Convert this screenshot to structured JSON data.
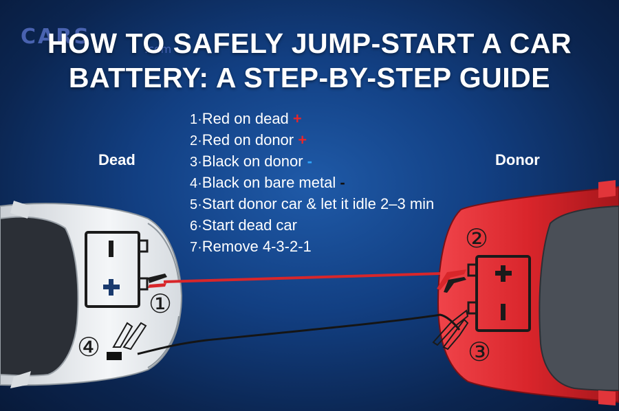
{
  "title": {
    "line1": "HOW TO SAFELY JUMP-START A CAR",
    "line2": "BATTERY: A STEP-BY-STEP GUIDE"
  },
  "watermark": {
    "main": "CARS",
    "sub": ".com"
  },
  "labels": {
    "dead": "Dead",
    "donor": "Donor"
  },
  "steps": [
    {
      "num": "1·",
      "text": "Red on dead ",
      "mark": "+"
    },
    {
      "num": "2·",
      "text": "Red on donor ",
      "mark": "+"
    },
    {
      "num": "3·",
      "text": "Black on donor ",
      "mark": "-"
    },
    {
      "num": "4·",
      "text": "Black on bare metal ",
      "mark": "-"
    },
    {
      "num": "5·",
      "text": "Start donor car & let it idle 2–3 min",
      "mark": ""
    },
    {
      "num": "6·",
      "text": "Start dead car",
      "mark": ""
    },
    {
      "num": "7·",
      "text": "Remove 4-3-2-1",
      "mark": ""
    }
  ],
  "dead_battery": {
    "top_terminal": "−",
    "bottom_terminal": "+"
  },
  "donor_battery": {
    "top_terminal": "+",
    "bottom_terminal": "−"
  },
  "markers": {
    "m1": "①",
    "m2": "②",
    "m3": "③",
    "m4": "④"
  },
  "colors": {
    "background": "#123f82",
    "dead_car": "#e9ecef",
    "donor_car": "#d9252b",
    "red_cable": "#d8262a",
    "black_cable": "#151515"
  }
}
